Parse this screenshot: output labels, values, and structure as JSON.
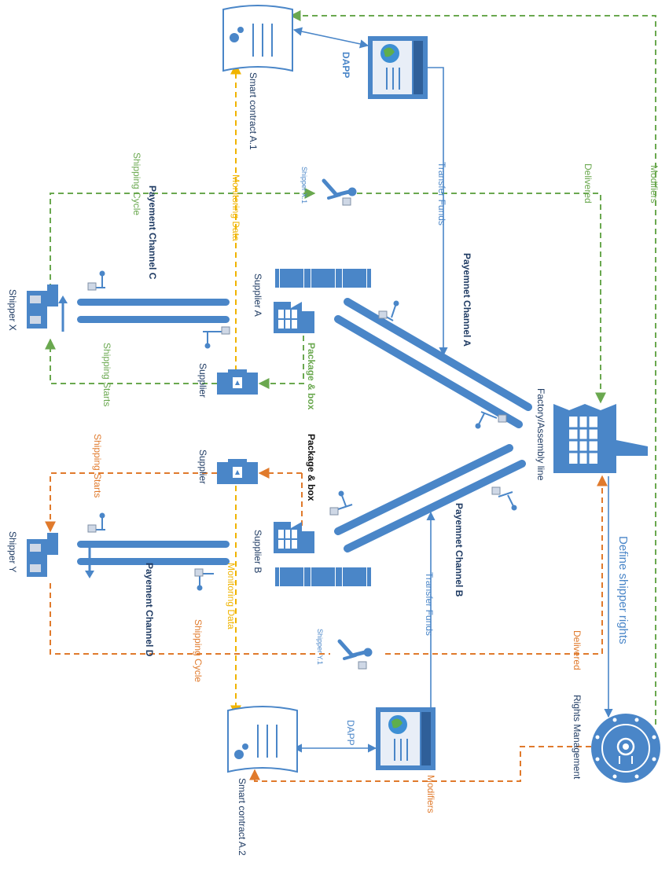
{
  "colors": {
    "blue": "#4a86c8",
    "navy": "#1f3b63",
    "green": "#6aa84f",
    "orange": "#e07a2c",
    "gold": "#f0b400",
    "black": "#111111"
  },
  "labels": {
    "smart_contract_1": "Smart contract A.1",
    "smart_contract_2": "Smart contract A.2",
    "dapp_1": "DAPP",
    "dapp_2": "DAPP",
    "transfer_funds_1": "Transfer Funds",
    "transfer_funds_2": "Transfer Funds",
    "modifiers_green": "Modifiers",
    "modifiers_orange": "Modifiers",
    "delivered_green": "Delivered",
    "delivered_orange": "Delivered",
    "monitoring_data_1": "Monitoring Data",
    "monitoring_data_2": "Monitoring Data",
    "shipping_cycle_green": "Shipping Cycle",
    "shipping_cycle_orange": "Shipping Cycle",
    "shipping_starts_green": "Shipping Starts",
    "shipping_starts_orange": "Shipping Starts",
    "shipper_x1": "Shipper X.1",
    "shipper_y1": "Shipper Y.1",
    "channel_c": "Payement Channel C",
    "channel_d": "Payement Channel D",
    "channel_a": "Payemnet Channel A",
    "channel_b": "Payemnet Channel B",
    "supplier_a": "Supplier A",
    "supplier_b": "Supplier B",
    "supplier_1": "Supplier",
    "supplier_2": "Supplier",
    "package_box_green": "Package & box",
    "package_box_black": "Package & box",
    "shipper_x": "Shipper X",
    "shipper_y": "Shipper Y",
    "factory": "Factory/Assembly line",
    "define_rights": "Define shipper rights",
    "rights_management": "Rights Management"
  },
  "icons": [
    "smart-contract-icon",
    "dapp-window-icon",
    "shipper-person-icon",
    "supplier-factory-icon",
    "crate-icon",
    "package-box-icon",
    "truck-icon",
    "factory-icon",
    "rights-management-icon",
    "robot-arm-icon"
  ]
}
